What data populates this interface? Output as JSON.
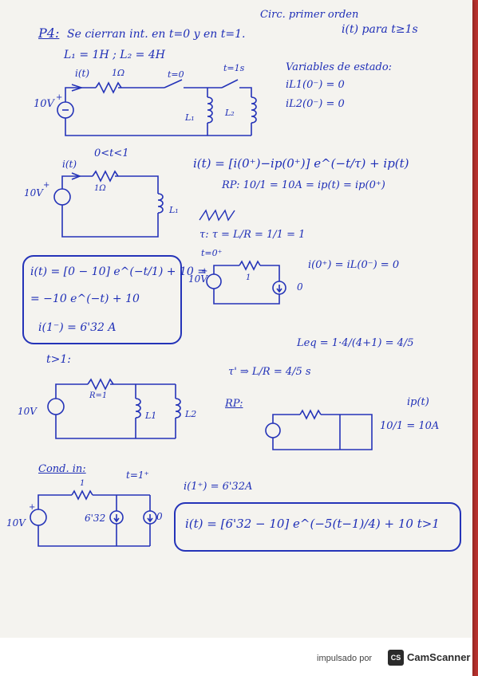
{
  "page": {
    "ink_color": "#2433b8",
    "paper_color": "#f4f3ef",
    "header_note": "Circ. primer orden",
    "problem_label": "P4:",
    "problem_statement": "Se cierran int. en t=0 y en t=1.",
    "goal": "i(t) para t≥1s",
    "inductances": "L₁ = 1H ; L₂ = 4H",
    "state_vars": {
      "title": "Variables de estado:",
      "il1": "iL1(0⁻) = 0",
      "il2": "iL2(0⁻) = 0"
    },
    "circuit1": {
      "current": "i(t)",
      "resistor": "1Ω",
      "source": "10V",
      "switch1": "t=0",
      "switch2": "t=1s",
      "plus": "+",
      "l1": "L₁",
      "l2": "L₂"
    },
    "interval1": "0<t<1",
    "circuit2": {
      "current": "i(t)",
      "source": "10V",
      "resistor": "1Ω",
      "inductor": "L₁",
      "plus": "+"
    },
    "general_solution": "i(t) = [i(0⁺)−ip(0⁺)] e^(−t/τ) + ip(t)",
    "rp_line": "RP:  10/1 = 10A = ip(t) = ip(0⁺)",
    "tau_line": "τ: τ = L/R = 1/1 = 1",
    "t_zero_plus": "t=0⁺",
    "circuit3": {
      "source": "10V",
      "resistor": "1",
      "current_source": "0",
      "plus": "+"
    },
    "i0_plus": "i(0⁺) = iL(0⁻) = 0",
    "box1": {
      "line1": "i(t) = [0 − 10] e^(−t/1) + 10 =",
      "line2": "= −10 e^(−t) + 10",
      "line3": "i(1⁻) = 6'32 A"
    },
    "interval2": "t>1:",
    "leq": "Leq = 1·4/(4+1) = 4/5",
    "tau2": "τ' ⇒ L/R = 4/5 s",
    "circuit4": {
      "source": "10V",
      "resistor": "R=1",
      "l1": "L1",
      "l2": "L2"
    },
    "rp2": "RP:",
    "ip_label": "ip(t)",
    "ip_value": "10/1 = 10A",
    "cond_label": "Cond. in:",
    "t1_plus": "t=1⁺",
    "i1_plus": "i(1⁺) = 6'32A",
    "circuit5": {
      "source": "10V",
      "resistor": "1",
      "cs1": "6'32",
      "cs2": "0",
      "plus": "+"
    },
    "final_answer": "i(t) = [6'32 − 10] e^(−5(t−1)/4) + 10    t>1"
  },
  "footer": {
    "powered_by": "impulsado por",
    "logo_text": "CS",
    "brand": "CamScanner"
  }
}
